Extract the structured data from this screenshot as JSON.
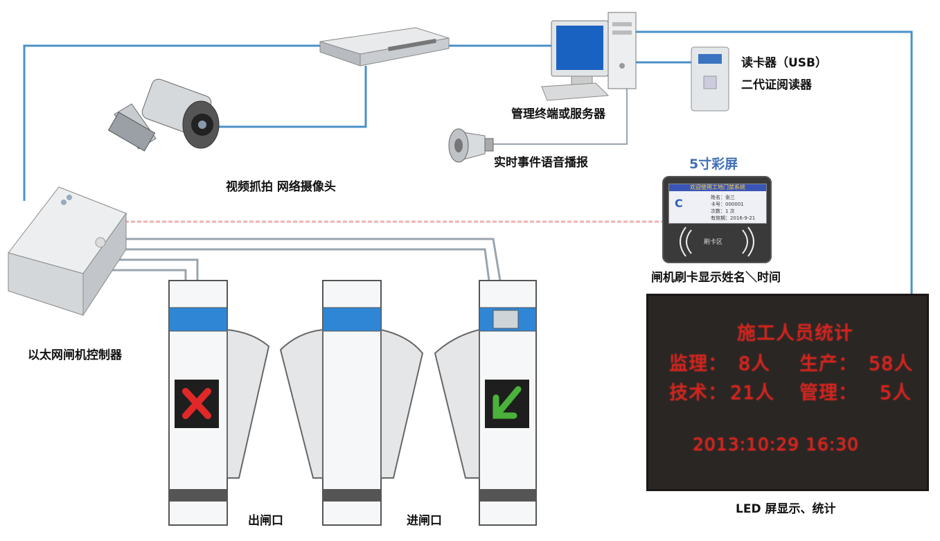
{
  "labels": {
    "camera": "视频抓拍 网络摄像头",
    "server": "管理终端或服务器",
    "speaker": "实时事件语音播报",
    "reader_line1": "读卡器（USB）",
    "reader_line2": "二代证阅读器",
    "screen_title": "5寸彩屏",
    "screen_caption": "闸机刷卡显示姓名＼时间",
    "controller": "以太网闸机控制器",
    "exit_gate": "出闸口",
    "entry_gate": "进闸口",
    "led_caption": "LED 屏显示、统计"
  },
  "lcd": {
    "header": "欢迎使用工地门禁系统",
    "name": "姓名：张三",
    "card": "卡号：000001",
    "count": "次数：1 次",
    "valid": "有效期：2016-9-21",
    "zone": "刷卡区"
  },
  "led": {
    "title": "施工人员统计",
    "supervision": "监理：",
    "supervision_count": "8人",
    "production": "生产：",
    "production_count": "58人",
    "technical": "技术：",
    "technical_count": "21人",
    "management": "管理：",
    "management_count": "5人",
    "datetime": "2013:10:29  16:30"
  },
  "colors": {
    "network_line": "#4a90c8",
    "led_text": "#d8201c",
    "gate_blue": "#2f86d4",
    "deny_red": "#e02828",
    "allow_green": "#4ab23a"
  },
  "icons": {
    "exit_indicator": "red-x-icon",
    "entry_indicator": "green-arrow-icon"
  }
}
